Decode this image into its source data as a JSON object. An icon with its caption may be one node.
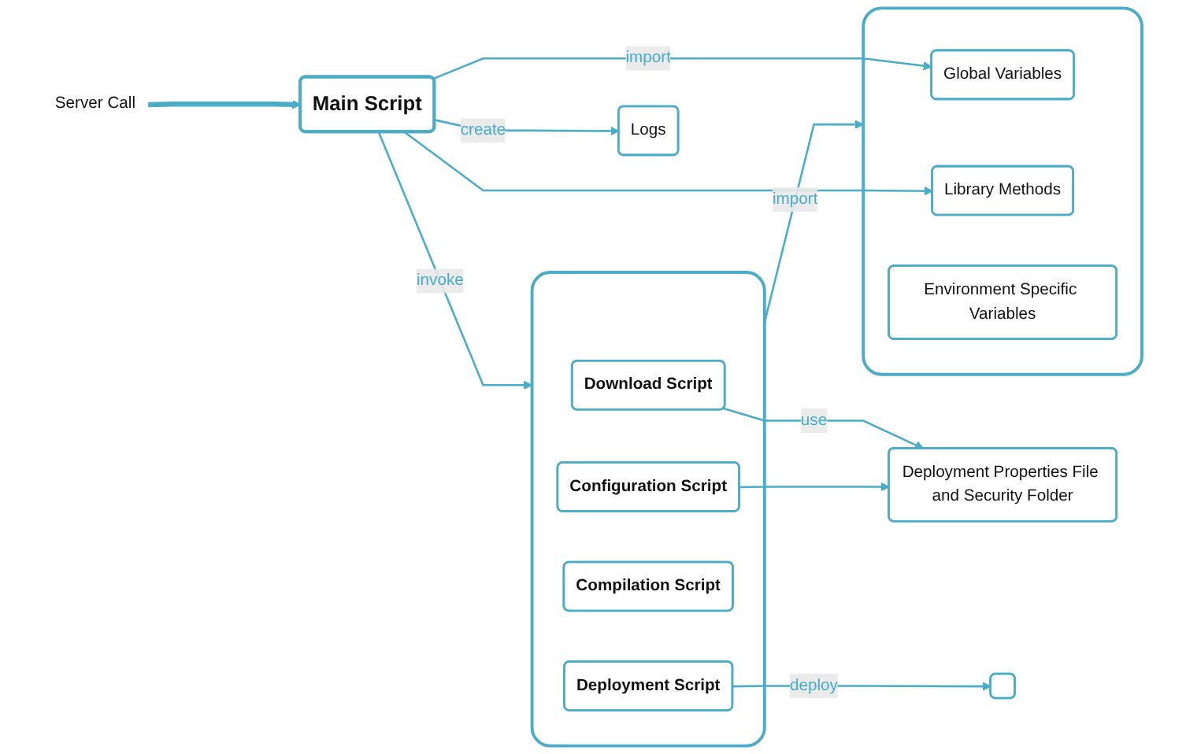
{
  "diagram": {
    "nodes": [
      {
        "text": [
          "Server Call"
        ]
      },
      {
        "text": [
          "Main Script"
        ]
      },
      {
        "text": [],
        "shape": "box"
      },
      {
        "text": [
          "Global Variables"
        ],
        "in": 2
      },
      {
        "text": [
          "Library Methods"
        ],
        "in": 2
      },
      {
        "text": [
          "Environment Specific Variables"
        ],
        "in": 2
      },
      {
        "text": [
          "Logs"
        ]
      },
      {
        "text": [],
        "shape": "box"
      },
      {
        "text": [
          "Download Script"
        ],
        "in": 7
      },
      {
        "text": [
          "Configuration Script"
        ],
        "in": 7
      },
      {
        "text": [
          "Compilation Script"
        ],
        "in": 7
      },
      {
        "text": [
          "Deployment Script"
        ],
        "in": 7
      },
      {
        "text": [
          "Deployment Properties File and Security Folder"
        ]
      },
      {
        "text": [],
        "shape": "box"
      }
    ],
    "edges": [
      {
        "from": 0,
        "to": 1,
        "arrow": "to",
        "style": "thick"
      },
      {
        "from": 1,
        "to": 3,
        "arrow": "to",
        "label": "import"
      },
      {
        "from": 1,
        "to": 4,
        "arrow": "to"
      },
      {
        "from": 1,
        "to": 6,
        "arrow": "to",
        "label": "create"
      },
      {
        "from": 1,
        "to": 7,
        "arrow": "to",
        "label": "invoke"
      },
      {
        "from": 7,
        "to": 2,
        "arrow": "to",
        "label": "import"
      },
      {
        "from": 8,
        "to": 12,
        "arrow": "to",
        "label": "use"
      },
      {
        "from": 9,
        "to": 12,
        "arrow": "to"
      },
      {
        "from": 11,
        "to": 13,
        "arrow": "to",
        "label": "deploy"
      }
    ]
  }
}
